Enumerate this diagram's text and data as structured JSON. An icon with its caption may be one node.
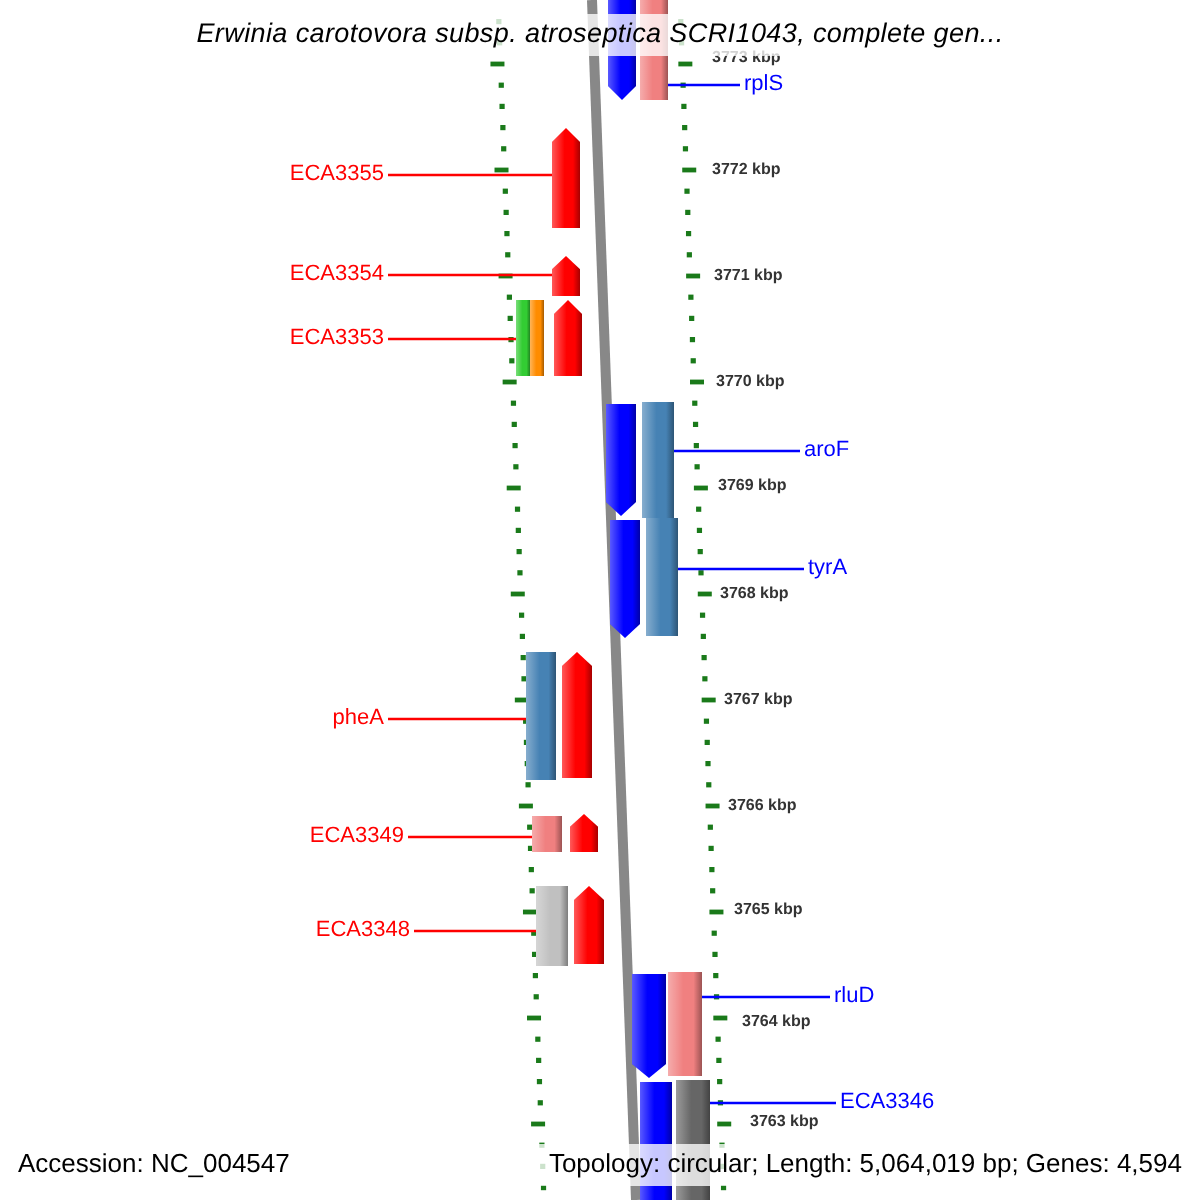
{
  "diagram": {
    "title": "Erwinia carotovora subsp. atroseptica SCRI1043, complete gen...",
    "nodes": [
      {
        "text": [],
        "shape": "pentagon"
      },
      {
        "text": [],
        "shape": "bar"
      },
      {
        "text": [
          "rplS"
        ]
      },
      {
        "text": [
          "ECA3355"
        ]
      },
      {
        "text": [],
        "shape": "pentagon"
      },
      {
        "text": [
          "ECA3354"
        ]
      },
      {
        "text": [],
        "shape": "pentagon"
      },
      {
        "text": [
          "ECA3353"
        ]
      },
      {
        "text": [],
        "shape": "bar"
      },
      {
        "text": [],
        "shape": "bar"
      },
      {
        "text": [],
        "shape": "pentagon"
      },
      {
        "text": [],
        "shape": "pentagon"
      },
      {
        "text": [],
        "shape": "bar"
      },
      {
        "text": [
          "aroF"
        ]
      },
      {
        "text": [],
        "shape": "pentagon"
      },
      {
        "text": [],
        "shape": "bar"
      },
      {
        "text": [
          "tyrA"
        ]
      },
      {
        "text": [
          "pheA"
        ]
      },
      {
        "text": [],
        "shape": "bar"
      },
      {
        "text": [],
        "shape": "pentagon"
      },
      {
        "text": [
          "ECA3349"
        ]
      },
      {
        "text": [],
        "shape": "bar"
      },
      {
        "text": [],
        "shape": "pentagon"
      },
      {
        "text": [
          "ECA3348"
        ]
      },
      {
        "text": [],
        "shape": "bar"
      },
      {
        "text": [],
        "shape": "pentagon"
      },
      {
        "text": [],
        "shape": "pentagon"
      },
      {
        "text": [],
        "shape": "bar"
      },
      {
        "text": [
          "rluD"
        ]
      },
      {
        "text": [],
        "shape": "bar"
      },
      {
        "text": [],
        "shape": "bar"
      },
      {
        "text": [
          "ECA3346"
        ]
      }
    ],
    "edges": [
      {
        "from": 2,
        "to": 1,
        "arrow": "none",
        "color": "#0000ff"
      },
      {
        "from": 3,
        "to": 4,
        "arrow": "none",
        "color": "#ff0000"
      },
      {
        "from": 5,
        "to": 6,
        "arrow": "none",
        "color": "#ff0000"
      },
      {
        "from": 7,
        "to": 8,
        "arrow": "none",
        "color": "#ff0000"
      },
      {
        "from": 13,
        "to": 12,
        "arrow": "none",
        "color": "#0000ff"
      },
      {
        "from": 16,
        "to": 15,
        "arrow": "none",
        "color": "#0000ff"
      },
      {
        "from": 17,
        "to": 18,
        "arrow": "none",
        "color": "#ff0000"
      },
      {
        "from": 20,
        "to": 21,
        "arrow": "none",
        "color": "#ff0000"
      },
      {
        "from": 23,
        "to": 24,
        "arrow": "none",
        "color": "#ff0000"
      },
      {
        "from": 28,
        "to": 27,
        "arrow": "none",
        "color": "#0000ff"
      },
      {
        "from": 31,
        "to": 30,
        "arrow": "none",
        "color": "#0000ff"
      }
    ],
    "labels": [
      "3773 kbp",
      "3772 kbp",
      "3771 kbp",
      "3770 kbp",
      "3769 kbp",
      "3768 kbp",
      "3767 kbp",
      "3766 kbp",
      "3765 kbp",
      "3764 kbp",
      "3763 kbp",
      "Accession: NC_004547",
      "Topology: circular; Length: 5,064,019 bp; Genes: 4,594"
    ]
  }
}
